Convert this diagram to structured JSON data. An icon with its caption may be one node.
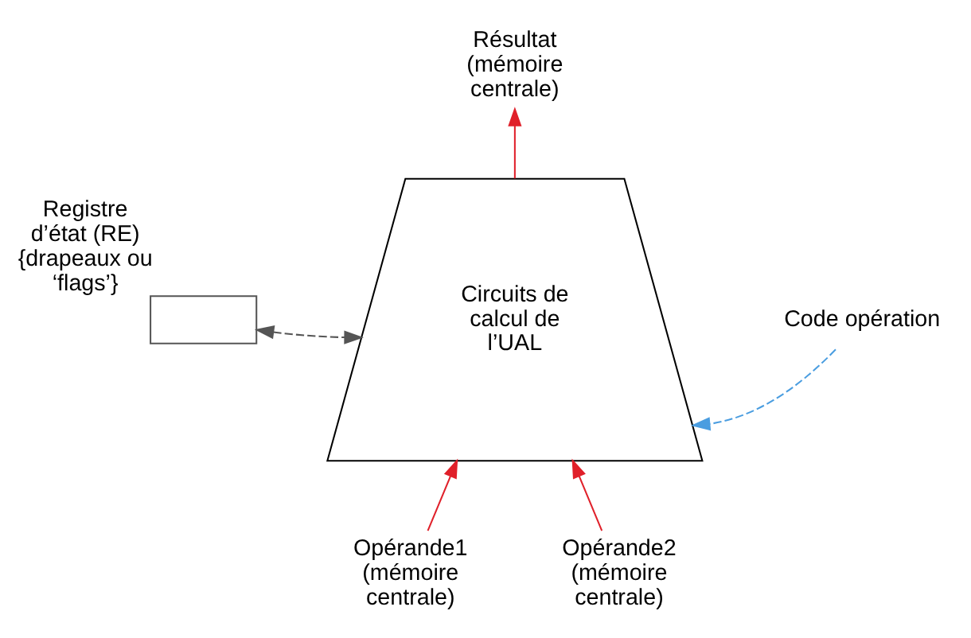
{
  "diagram": {
    "nodes": [
      {
        "text": [
          "Circuits de calcul de l’UAL"
        ]
      },
      {
        "text": [],
        "shape": "box",
        "beside": [
          "Registre d’état (RE) {drapeaux ou ‘flags’}"
        ]
      },
      {
        "text": [
          "Résultat (mémoire centrale)"
        ]
      },
      {
        "text": [
          "Code opération"
        ]
      },
      {
        "text": [
          "Opérande1 (mémoire centrale)"
        ]
      },
      {
        "text": [
          "Opérande2 (mémoire centrale)"
        ]
      }
    ],
    "edges": [
      {
        "from": 0,
        "to": 2,
        "arrow": "to",
        "color": "#e0202a"
      },
      {
        "from": 1,
        "to": 0,
        "arrow": "both",
        "style": "dashed",
        "color": "#555555"
      },
      {
        "from": 3,
        "to": 0,
        "arrow": "to",
        "style": "dashed",
        "color": "#4a9de0"
      },
      {
        "from": 4,
        "to": 0,
        "arrow": "to",
        "color": "#e0202a"
      },
      {
        "from": 5,
        "to": 0,
        "arrow": "to",
        "color": "#e0202a"
      }
    ]
  }
}
